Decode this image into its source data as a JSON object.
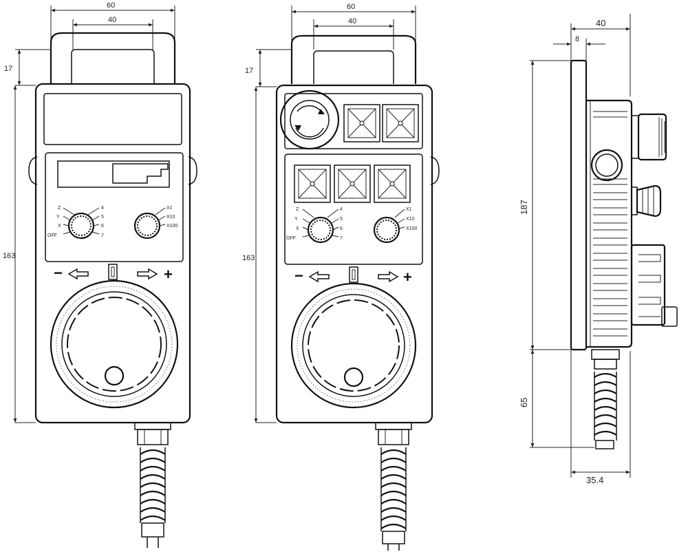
{
  "front_view": {
    "dims": {
      "width_outer": "60",
      "width_inner": "40",
      "handle_height": "17",
      "body_height": "163"
    },
    "axis_labels": [
      "Z",
      "Y",
      "X",
      "OFF"
    ],
    "axis_numbers": [
      "4",
      "5",
      "6",
      "7"
    ],
    "mult_labels": [
      "X1",
      "X10",
      "X100"
    ],
    "minus": "−",
    "plus": "+"
  },
  "estop_view": {
    "dims": {
      "width_outer": "60",
      "width_inner": "40",
      "handle_height": "17",
      "body_height": "163"
    },
    "axis_labels": [
      "Z",
      "Y",
      "X",
      "OFF"
    ],
    "axis_numbers": [
      "4",
      "5",
      "6",
      "7"
    ],
    "mult_labels": [
      "X1",
      "X10",
      "X100"
    ],
    "minus": "−",
    "plus": "+"
  },
  "side_view": {
    "dims": {
      "depth_total": "40",
      "flange": "8",
      "body_height": "187",
      "cable_length": "65",
      "cable_width": "35.4"
    }
  },
  "icons": {
    "arrow_left": "arrow-left-icon",
    "arrow_right": "arrow-right-icon",
    "estop": "emergency-stop-icon"
  }
}
